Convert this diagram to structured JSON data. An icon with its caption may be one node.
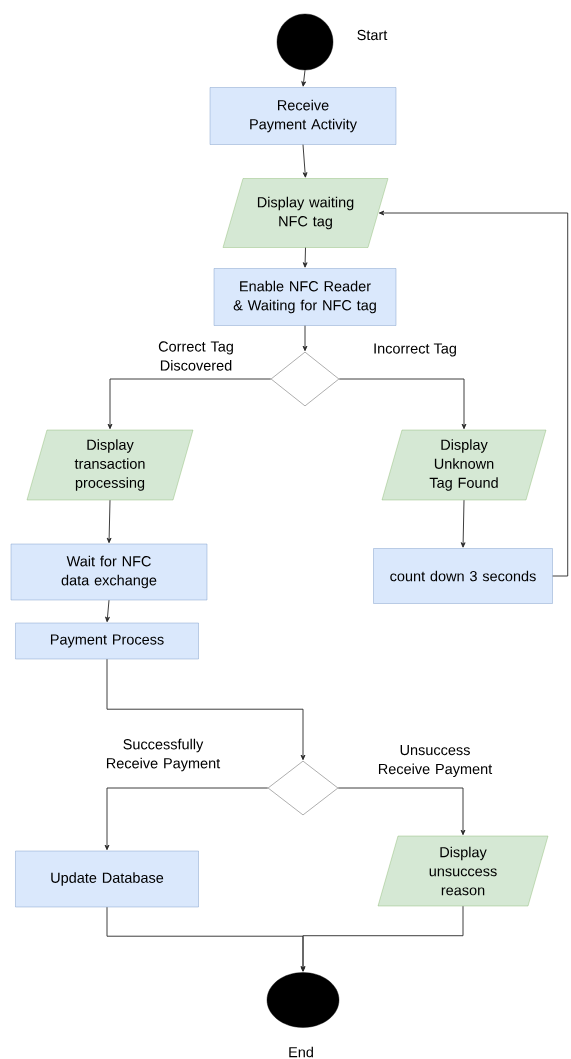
{
  "diagram": {
    "nodes": [
      {
        "text": [],
        "shape": "circle",
        "beside": [
          "Start"
        ]
      },
      {
        "text": [
          "Receive Payment Activity"
        ]
      },
      {
        "text": [
          "Display waiting NFC tag"
        ]
      },
      {
        "text": [
          "Enable NFC Reader & Waiting for NFC tag"
        ]
      },
      {
        "text": [],
        "shape": "diamond"
      },
      {
        "text": [
          "Display transaction processing"
        ]
      },
      {
        "text": [
          "Display Unknown Tag Found"
        ]
      },
      {
        "text": [
          "Wait for NFC data exchange"
        ]
      },
      {
        "text": [
          "count down 3 seconds"
        ]
      },
      {
        "text": [
          "Payment Process"
        ]
      },
      {
        "text": [],
        "shape": "diamond"
      },
      {
        "text": [
          "Update Database"
        ]
      },
      {
        "text": [
          "Display unsuccess reason"
        ]
      },
      {
        "text": [],
        "shape": "circle",
        "beside": [
          "End"
        ]
      }
    ],
    "edges": [
      {
        "from": 0,
        "to": 1,
        "arrow": "to"
      },
      {
        "from": 1,
        "to": 2,
        "arrow": "to"
      },
      {
        "from": 2,
        "to": 3,
        "arrow": "to"
      },
      {
        "from": 3,
        "to": 4,
        "arrow": "to"
      },
      {
        "from": 4,
        "to": 5,
        "arrow": "to",
        "label": "Correct Tag Discovered"
      },
      {
        "from": 4,
        "to": 6,
        "arrow": "to",
        "label": "Incorrect Tag"
      },
      {
        "from": 6,
        "to": 8,
        "arrow": "to"
      },
      {
        "from": 8,
        "to": 2,
        "arrow": "to"
      },
      {
        "from": 5,
        "to": 7,
        "arrow": "to"
      },
      {
        "from": 7,
        "to": 9,
        "arrow": "to"
      },
      {
        "from": 9,
        "to": 10,
        "arrow": "to"
      },
      {
        "from": 10,
        "to": 11,
        "arrow": "to",
        "label": "Successfully Receive Payment"
      },
      {
        "from": 10,
        "to": 12,
        "arrow": "to",
        "label": "Unsuccess Receive Payment"
      },
      {
        "from": 11,
        "to": 13,
        "arrow": "to"
      },
      {
        "from": 12,
        "to": 13,
        "arrow": "to"
      }
    ]
  }
}
